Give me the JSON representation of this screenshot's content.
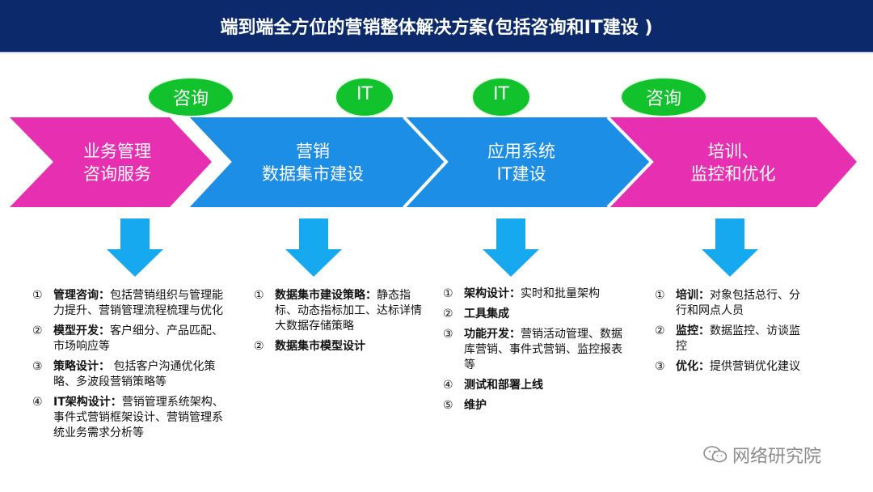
{
  "title": "端到端全方位的营销整体解决方案(包括咨询和IT建设 )",
  "colors": {
    "header": "#0c2a6b",
    "pink": "#e62fb1",
    "blue": "#1d8ee6",
    "green": "#12c22c",
    "arrow_cyan": "#17a9ef"
  },
  "badges": [
    "咨询",
    "IT",
    "IT",
    "咨询"
  ],
  "stages": [
    {
      "line1": "业务管理",
      "line2": "咨询服务"
    },
    {
      "line1": "营销",
      "line2": "数据集市建设"
    },
    {
      "line1": "应用系统",
      "line2": "IT建设"
    },
    {
      "line1": "培训、",
      "line2": "监控和优化"
    }
  ],
  "columns": [
    [
      {
        "num": "①",
        "head": "管理咨询：",
        "body": "包括营销组织与管理能力提升、营销管理流程梳理与优化"
      },
      {
        "num": "②",
        "head": "模型开发：",
        "body": "客户细分、产品匹配、市场响应等"
      },
      {
        "num": "③",
        "head": "策略设计：",
        "body": " 包括客户沟通优化策略、多波段营销策略等"
      },
      {
        "num": "④",
        "head": "IT架构设计：",
        "body": "营销管理系统架构、事件式营销框架设计、营销管理系统业务需求分析等"
      }
    ],
    [
      {
        "num": "①",
        "head": "数据集市建设策略：",
        "body": "静态指标、动态指标加工、达标详情大数据存储策略"
      },
      {
        "num": "②",
        "head": "数据集市模型设计",
        "body": ""
      }
    ],
    [
      {
        "num": "①",
        "head": "架构设计：",
        "body": "实时和批量架构"
      },
      {
        "num": "②",
        "head": "工具集成",
        "body": ""
      },
      {
        "num": "③",
        "head": "功能开发：",
        "body": "营销活动管理、数据库营销、事件式营销、监控报表等"
      },
      {
        "num": "④",
        "head": "测试和部署上线",
        "body": ""
      },
      {
        "num": "⑤",
        "head": "维护",
        "body": ""
      }
    ],
    [
      {
        "num": "①",
        "head": "培训：",
        "body": "对象包括总行、分行和网点人员"
      },
      {
        "num": "②",
        "head": "监控：",
        "body": "数据监控、访谈监控"
      },
      {
        "num": "③",
        "head": "优化：",
        "body": "提供营销优化建议"
      }
    ]
  ],
  "watermark": "网络研究院"
}
